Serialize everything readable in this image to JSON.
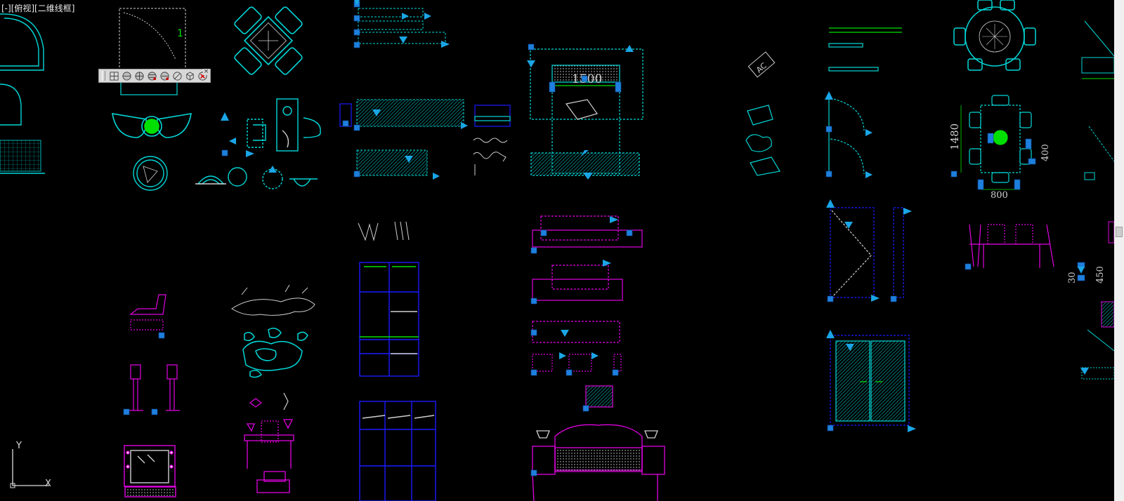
{
  "viewport": {
    "label": "[-][俯视][二维线框]"
  },
  "toolbar": {
    "buttons": [
      "view-cube-icon",
      "top-view-icon",
      "front-view-icon",
      "left-view-icon",
      "right-view-icon",
      "orbit-icon",
      "box-icon",
      "close-view-icon"
    ],
    "close_label": "×"
  },
  "ucs": {
    "x_label": "X",
    "y_label": "Y"
  },
  "dimensions": {
    "bed_width": "1500",
    "table_height": "1480",
    "table_width": "800",
    "table_side": "400",
    "right_dim_a": "30",
    "right_dim_b": "450"
  },
  "text_marks": {
    "ac_unit": "AC",
    "mirror_num": "1"
  },
  "colors": {
    "cyan": "#00d7d7",
    "magenta": "#e000e0",
    "blue": "#1a1aff",
    "grip": "#1e7fdc",
    "white": "#d0d0d0",
    "green": "#00e000"
  }
}
